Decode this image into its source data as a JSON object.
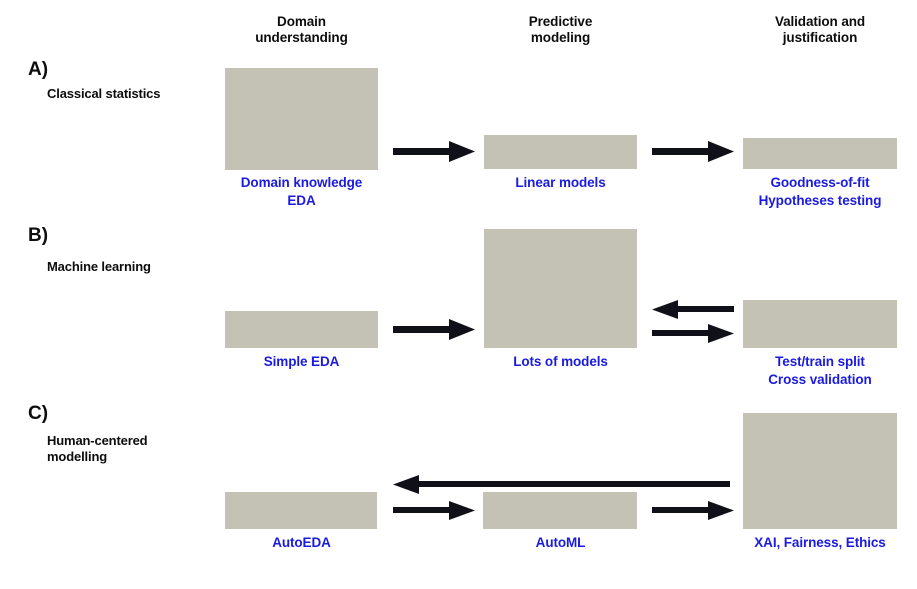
{
  "figure": {
    "columns": [
      {
        "id": "domain-understanding",
        "label": "Domain\nunderstanding",
        "line1": "Domain",
        "line2": "understanding"
      },
      {
        "id": "predictive-modeling",
        "label": "Predictive\nmodeling",
        "line1": "Predictive",
        "line2": "modeling"
      },
      {
        "id": "validation-justification",
        "label": "Validation and\njustification",
        "line1": "Validation and",
        "line2": "justification"
      }
    ],
    "rows": [
      {
        "id": "classical-statistics",
        "letter": "A)",
        "title": "Classical statistics",
        "boxes": [
          {
            "id": "domain-knowledge-eda",
            "line1": "Domain knowledge",
            "line2": "EDA"
          },
          {
            "id": "linear-models",
            "line1": "Linear models",
            "line2": ""
          },
          {
            "id": "goodness-of-fit",
            "line1": "Goodness-of-fit",
            "line2": "Hypotheses testing"
          }
        ]
      },
      {
        "id": "machine-learning",
        "letter": "B)",
        "title": "Machine learning",
        "boxes": [
          {
            "id": "simple-eda",
            "line1": "Simple EDA",
            "line2": ""
          },
          {
            "id": "lots-of-models",
            "line1": "Lots of models",
            "line2": ""
          },
          {
            "id": "test-train-split",
            "line1": "Test/train split",
            "line2": "Cross validation"
          }
        ]
      },
      {
        "id": "human-centered-modelling",
        "letter": "C)",
        "title_line1": "Human-centered",
        "title_line2": "modelling",
        "title": "Human-centered modelling",
        "boxes": [
          {
            "id": "autoeda",
            "line1": "AutoEDA",
            "line2": ""
          },
          {
            "id": "automl",
            "line1": "AutoML",
            "line2": ""
          },
          {
            "id": "xai-fairness-ethics",
            "line1": "XAI, Fairness, Ethics",
            "line2": ""
          }
        ]
      }
    ],
    "colors": {
      "box_fill": "#c4c2b5",
      "label_blue": "#1a1ae0",
      "text_black": "#0d0d0d",
      "arrow_black": "#101018",
      "background": "#ffffff"
    }
  }
}
